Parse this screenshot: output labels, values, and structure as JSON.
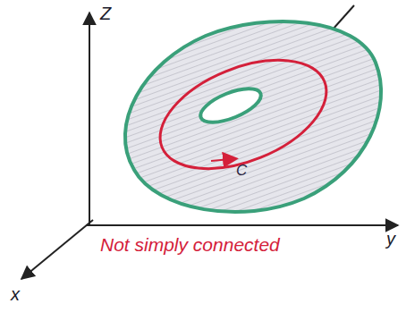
{
  "diagram": {
    "labels": [
      "Z",
      "y",
      "x",
      "C",
      "Not simply connected"
    ]
  }
}
